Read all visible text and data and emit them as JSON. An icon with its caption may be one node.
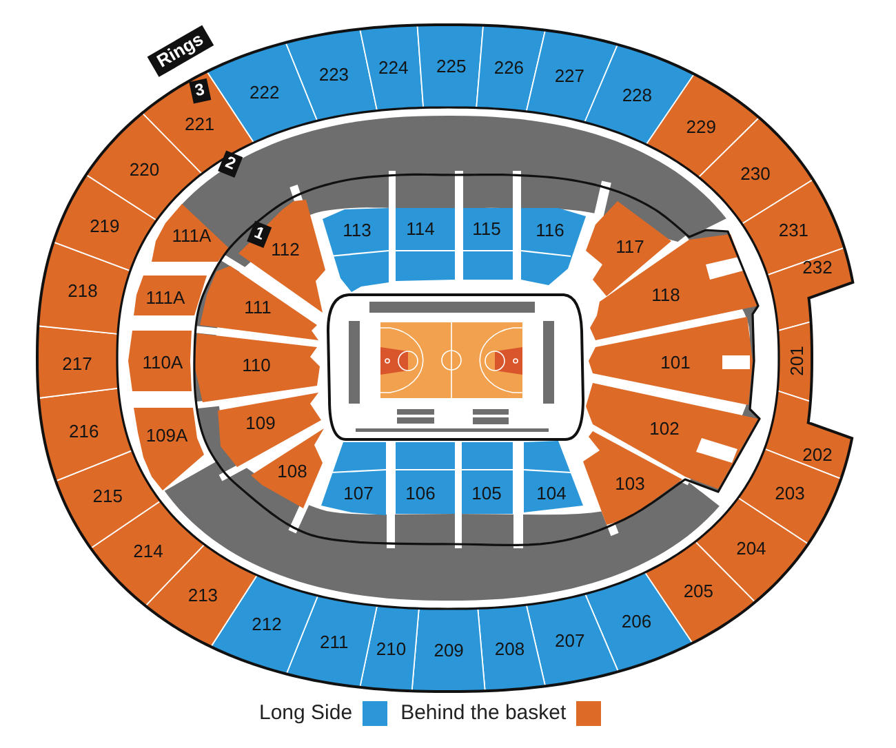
{
  "diagram": {
    "nodes": [
      {
        "text": [
          "221"
        ]
      },
      {
        "text": [
          "222"
        ]
      },
      {
        "text": [
          "223"
        ]
      },
      {
        "text": [
          "224"
        ]
      },
      {
        "text": [
          "225"
        ]
      },
      {
        "text": [
          "226"
        ]
      },
      {
        "text": [
          "227"
        ]
      },
      {
        "text": [
          "228"
        ]
      },
      {
        "text": [
          "229"
        ]
      },
      {
        "text": [
          "230"
        ]
      },
      {
        "text": [
          "231"
        ]
      },
      {
        "text": [
          "232"
        ]
      },
      {
        "text": [
          "201"
        ]
      },
      {
        "text": [
          "202"
        ]
      },
      {
        "text": [
          "203"
        ]
      },
      {
        "text": [
          "204"
        ]
      },
      {
        "text": [
          "205"
        ]
      },
      {
        "text": [
          "206"
        ]
      },
      {
        "text": [
          "207"
        ]
      },
      {
        "text": [
          "208"
        ]
      },
      {
        "text": [
          "209"
        ]
      },
      {
        "text": [
          "210"
        ]
      },
      {
        "text": [
          "211"
        ]
      },
      {
        "text": [
          "212"
        ]
      },
      {
        "text": [
          "213"
        ]
      },
      {
        "text": [
          "214"
        ]
      },
      {
        "text": [
          "215"
        ]
      },
      {
        "text": [
          "216"
        ]
      },
      {
        "text": [
          "217"
        ]
      },
      {
        "text": [
          "218"
        ]
      },
      {
        "text": [
          "219"
        ]
      },
      {
        "text": [
          "220"
        ]
      },
      {
        "text": [
          "112"
        ]
      },
      {
        "text": [
          "113"
        ]
      },
      {
        "text": [
          "114"
        ]
      },
      {
        "text": [
          "115"
        ]
      },
      {
        "text": [
          "116"
        ]
      },
      {
        "text": [
          "117"
        ]
      },
      {
        "text": [
          "118"
        ]
      },
      {
        "text": [
          "101"
        ]
      },
      {
        "text": [
          "102"
        ]
      },
      {
        "text": [
          "103"
        ]
      },
      {
        "text": [
          "104"
        ]
      },
      {
        "text": [
          "105"
        ]
      },
      {
        "text": [
          "106"
        ]
      },
      {
        "text": [
          "107"
        ]
      },
      {
        "text": [
          "108"
        ]
      },
      {
        "text": [
          "109"
        ]
      },
      {
        "text": [
          "110"
        ]
      },
      {
        "text": [
          "111"
        ]
      },
      {
        "text": [
          "111A"
        ]
      },
      {
        "text": [
          "111A"
        ]
      },
      {
        "text": [
          "110A"
        ]
      },
      {
        "text": [
          "109A"
        ]
      }
    ],
    "labels": [
      "Rings",
      "3",
      "2",
      "1"
    ],
    "legend": [
      {
        "text": "Long Side",
        "color": "#2b97d9"
      },
      {
        "text": "Behind the basket",
        "color": "#dd6a27"
      }
    ]
  }
}
